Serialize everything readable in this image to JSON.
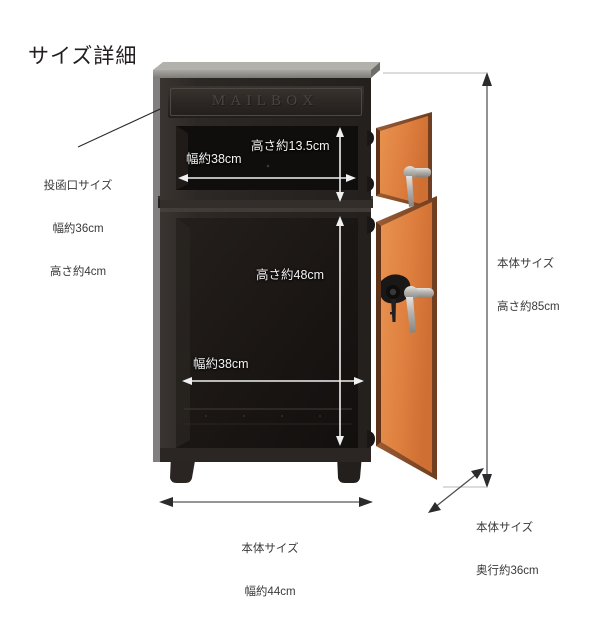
{
  "page": {
    "title": "サイズ詳細",
    "background_color": "#ffffff"
  },
  "product": {
    "emboss_text": "MAILBOX",
    "body_color": "#2e2a27",
    "interior_color": "#1d1a18",
    "door_color": "#e08443",
    "door_frame_color": "#8a4d2a",
    "top_cap_color": "#8f8d87",
    "hardware_color": "#b9b6b1"
  },
  "callouts": {
    "slot": {
      "title": "投函口サイズ",
      "width": "幅約36cm",
      "height": "高さ約4cm"
    },
    "body_height": {
      "title": "本体サイズ",
      "value": "高さ約85cm"
    },
    "body_depth": {
      "title": "本体サイズ",
      "value": "奥行約36cm"
    },
    "body_width": {
      "title": "本体サイズ",
      "value": "幅約44cm"
    }
  },
  "interior_dimensions": {
    "upper_width": "幅約38cm",
    "upper_height": "高さ約13.5cm",
    "lower_height": "高さ約48cm",
    "lower_width": "幅約38cm"
  }
}
